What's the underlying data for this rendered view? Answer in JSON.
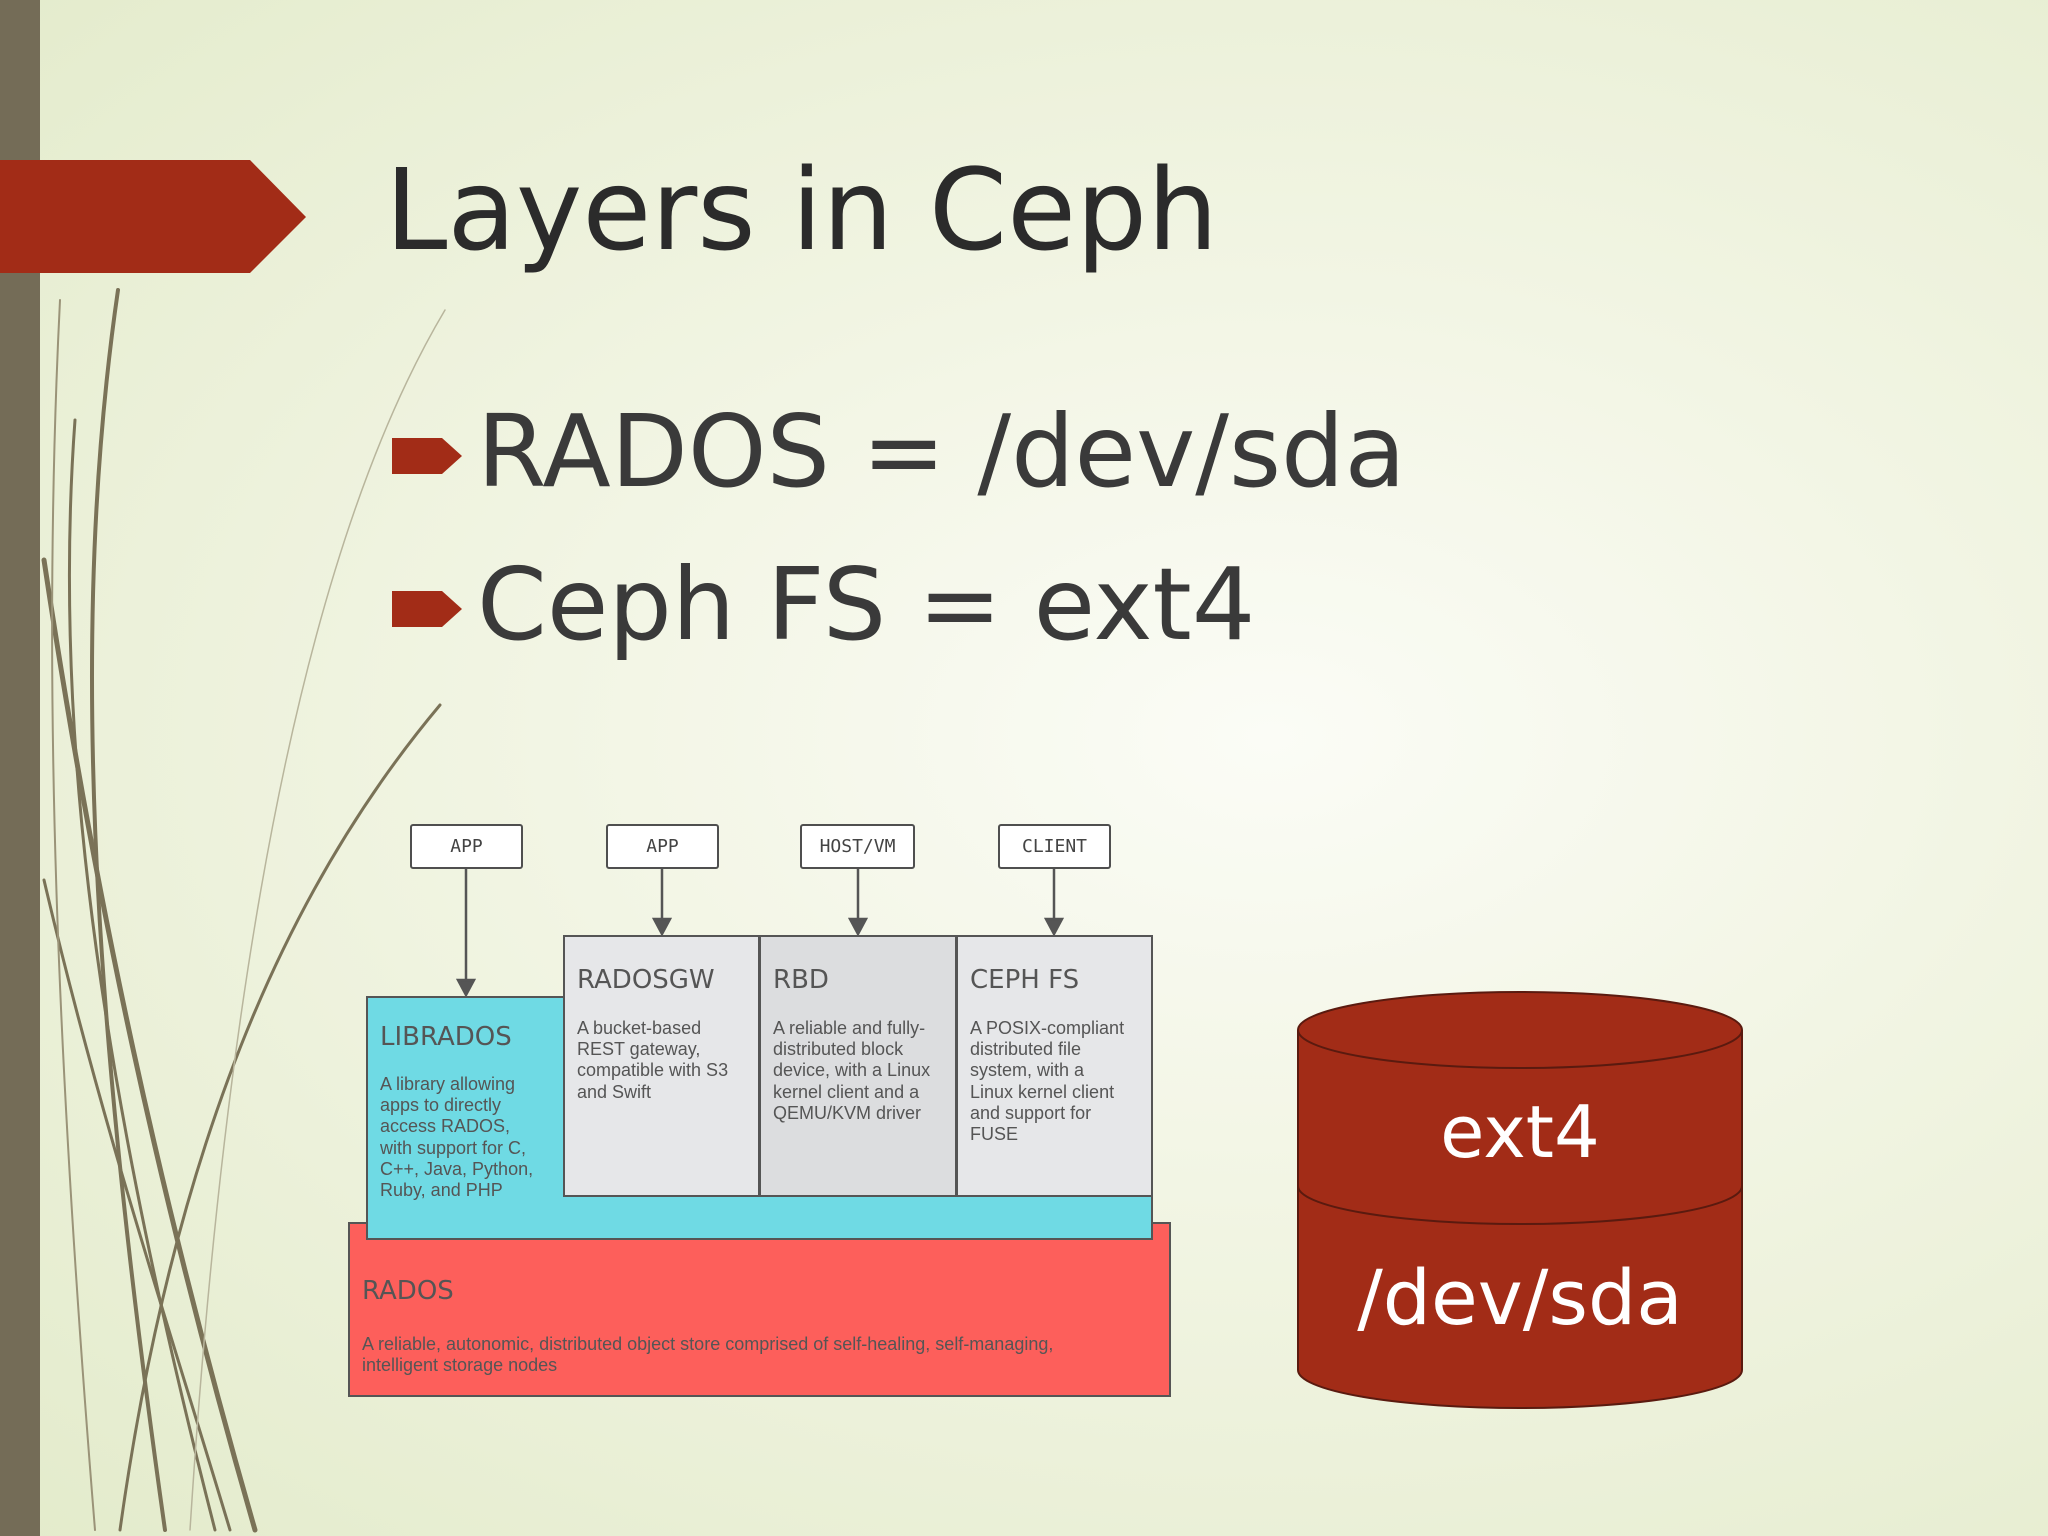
{
  "slide": {
    "title": "Layers in Ceph",
    "bullets": [
      {
        "text": "RADOS = /dev/sda"
      },
      {
        "text": "Ceph FS = ext4"
      }
    ]
  },
  "diagram": {
    "clients": [
      {
        "label": "APP"
      },
      {
        "label": "APP"
      },
      {
        "label": "HOST/VM"
      },
      {
        "label": "CLIENT"
      }
    ],
    "layers": {
      "librados": {
        "title": "LIBRADOS",
        "desc": [
          "A library allowing",
          "apps to directly",
          "access RADOS,",
          "with support for C,",
          "C++, Java, Python,",
          "Ruby, and PHP"
        ]
      },
      "radosgw": {
        "title": "RADOSGW",
        "desc": [
          "A bucket-based",
          "REST gateway,",
          "compatible with S3",
          "and Swift"
        ]
      },
      "rbd": {
        "title": "RBD",
        "desc": [
          "A reliable and fully-",
          "distributed block",
          "device, with a Linux",
          "kernel client and a",
          "QEMU/KVM driver"
        ]
      },
      "cephfs": {
        "title": "CEPH FS",
        "desc": [
          "A POSIX-compliant",
          "distributed file",
          "system, with a",
          "Linux kernel client",
          "and support for",
          "FUSE"
        ]
      },
      "rados": {
        "title": "RADOS",
        "desc": [
          "A reliable, autonomic, distributed object store comprised of self-healing, self-managing,",
          "intelligent storage nodes"
        ]
      }
    }
  },
  "cylinder": {
    "top_label": "ext4",
    "bottom_label": "/dev/sda",
    "color": "#a22c17"
  },
  "colors": {
    "accent": "#a22c17",
    "sidebar": "#746c57",
    "librados": "#6fdae4",
    "rados": "#fd5f5b"
  }
}
